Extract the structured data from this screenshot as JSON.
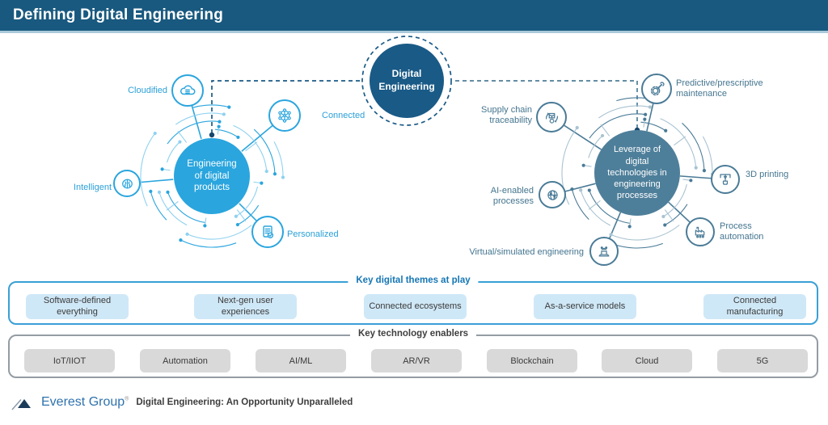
{
  "header": {
    "title": "Defining Digital Engineering"
  },
  "center": {
    "label": "Digital Engineering"
  },
  "left_wheel": {
    "hub_label": "Engineering of digital products",
    "satellites": [
      {
        "label": "Cloudified",
        "icon": "cloud-icon"
      },
      {
        "label": "Connected",
        "icon": "network-icon"
      },
      {
        "label": "Intelligent",
        "icon": "brain-icon"
      },
      {
        "label": "Personalized",
        "icon": "document-check-icon"
      }
    ]
  },
  "right_wheel": {
    "hub_label": "Leverage of digital technologies in engineering processes",
    "satellites": [
      {
        "label": "Predictive/prescriptive maintenance",
        "icon": "gear-wrench-icon"
      },
      {
        "label": "Supply chain traceability",
        "icon": "package-cycle-icon"
      },
      {
        "label": "3D printing",
        "icon": "printer-3d-icon"
      },
      {
        "label": "Process automation",
        "icon": "factory-icon"
      },
      {
        "label": "Virtual/simulated engineering",
        "icon": "laptop-drone-icon"
      },
      {
        "label": "AI-enabled processes",
        "icon": "ai-globe-icon"
      }
    ]
  },
  "themes": {
    "title": "Key digital themes at play",
    "items": [
      "Software-defined everything",
      "Next-gen user experiences",
      "Connected ecosystems",
      "As-a-service models",
      "Connected manufacturing"
    ]
  },
  "enablers": {
    "title": "Key technology enablers",
    "items": [
      "IoT/IIOT",
      "Automation",
      "AI/ML",
      "AR/VR",
      "Blockchain",
      "Cloud",
      "5G"
    ]
  },
  "footer": {
    "brand": "Everest Group",
    "registered": "®",
    "caption": "Digital Engineering: An Opportunity Unparalleled"
  },
  "colors": {
    "header_bar": "#19597f",
    "navy": "#1a5a86",
    "bright_blue": "#2aa5de",
    "circuit_light": "#8ed1f0",
    "slate": "#4e7f9a",
    "slate_light": "#a9c3d1",
    "slate_text": "#44758f",
    "theme_border": "#3aa0d6",
    "theme_box": "#cfe8f7",
    "theme_title": "#1576b4",
    "enabler_border": "#949ca3",
    "enabler_box": "#d9d9d9",
    "text_dark": "#3a3a3a",
    "logo_blue": "#2f72ae"
  }
}
